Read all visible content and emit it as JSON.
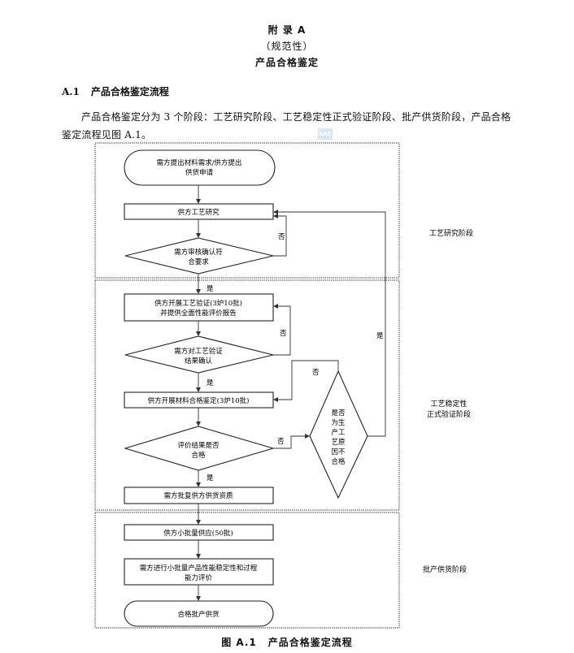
{
  "header": {
    "appendix": "附 录 A",
    "normative": "（规范性）",
    "title": "产品合格鉴定"
  },
  "section": {
    "number": "A.1",
    "title": "产品合格鉴定流程",
    "paragraph": "产品合格鉴定分为 3 个阶段：工艺研究阶段、工艺稳定性正式验证阶段、批产供货阶段，产品合格鉴定流程见图 A.1。"
  },
  "watermark": "SAC",
  "flowchart": {
    "stages": [
      {
        "id": "research",
        "label_lines": [
          "工艺研究阶段"
        ]
      },
      {
        "id": "verification",
        "label_lines": [
          "工艺稳定性",
          "正式验证阶段"
        ]
      },
      {
        "id": "batch",
        "label_lines": [
          "批产供货阶段"
        ]
      }
    ],
    "nodes": {
      "start": {
        "type": "terminal",
        "lines": [
          "需方提出材料需求/供方提出",
          "供货申请"
        ]
      },
      "research": {
        "type": "process",
        "lines": [
          "供方工艺研究"
        ]
      },
      "review": {
        "type": "decision",
        "lines": [
          "需方审核确认符",
          "合要求"
        ]
      },
      "process_verify": {
        "type": "process",
        "lines": [
          "供方开展工艺验证(3炉10批)",
          "并提供全面性能评价报告"
        ]
      },
      "confirm": {
        "type": "decision",
        "lines": [
          "需方对工艺验证",
          "结果确认"
        ]
      },
      "qualification": {
        "type": "process",
        "lines": [
          "供方开展材料合格鉴定(3炉10批)"
        ]
      },
      "evaluate": {
        "type": "decision",
        "lines": [
          "评价结果是否",
          "合格"
        ]
      },
      "approve": {
        "type": "process",
        "lines": [
          "需方批复供方供货资质"
        ]
      },
      "cause": {
        "type": "decision",
        "lines": [
          "是否",
          "为生",
          "产工",
          "艺原",
          "因不",
          "合格"
        ]
      },
      "small_batch": {
        "type": "process",
        "lines": [
          "供方小批量供应(50批)"
        ]
      },
      "stability": {
        "type": "process",
        "lines": [
          "需方进行小批量产品性能稳定性和过程",
          "能力评价"
        ]
      },
      "end": {
        "type": "terminal",
        "lines": [
          "合格批产供货"
        ]
      }
    },
    "edge_labels": {
      "yes": "是",
      "no": "否"
    }
  },
  "caption": {
    "figure": "图 A.1",
    "title": "产品合格鉴定流程"
  }
}
